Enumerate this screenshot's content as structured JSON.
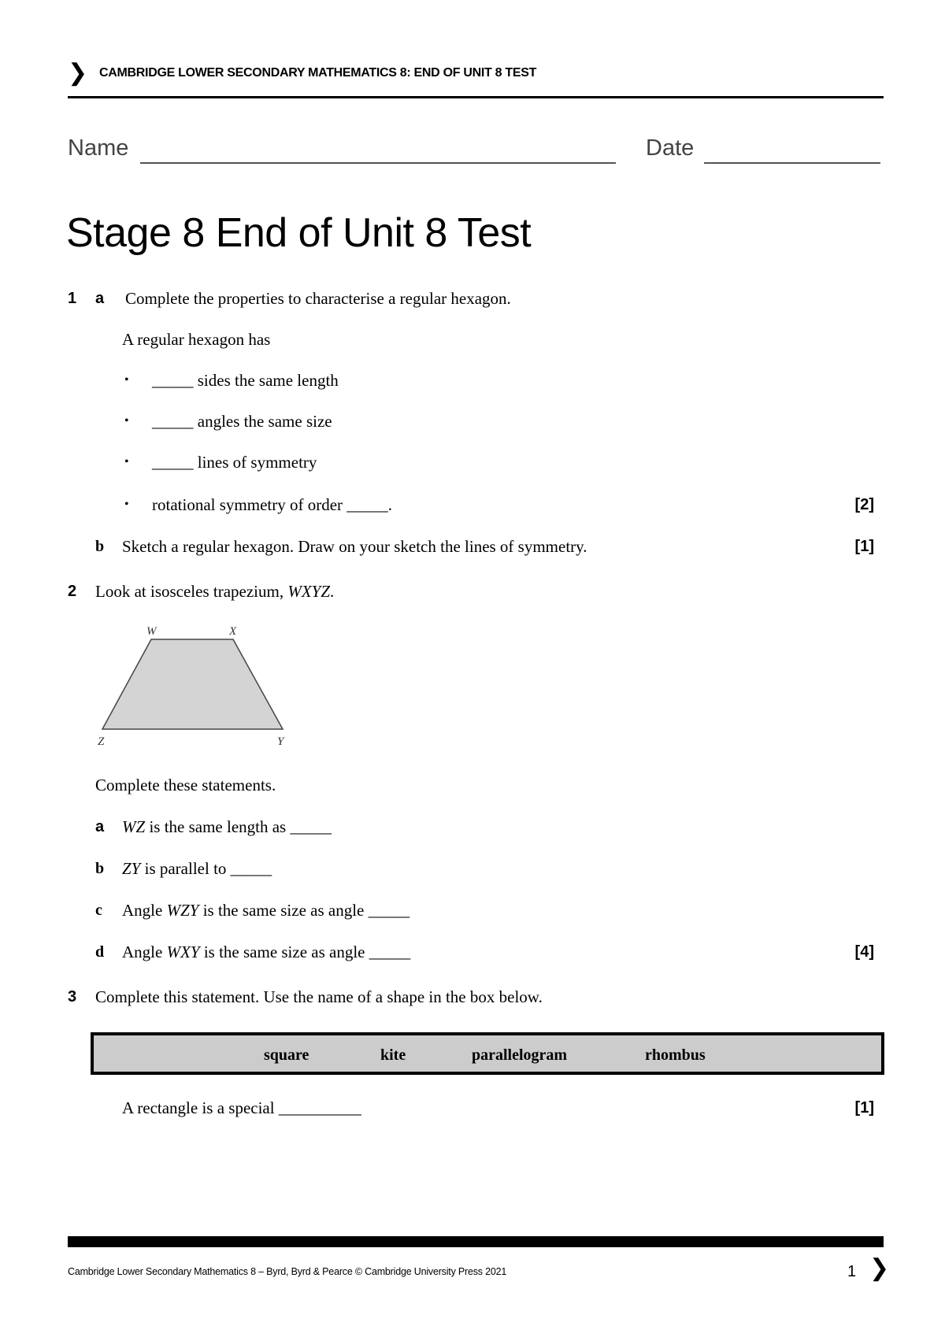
{
  "header": {
    "chevron_icon": "chevron-right",
    "title": "CAMBRIDGE LOWER SECONDARY MATHEMATICS 8: END OF UNIT 8 TEST"
  },
  "name_date": {
    "name_label": "Name",
    "name_value": "",
    "date_label": "Date",
    "date_value": ""
  },
  "page_title": "Stage 8 End of Unit 8 Test",
  "q1": {
    "number": "1",
    "a": {
      "label": "a",
      "prompt": "Complete the properties to characterise a regular hexagon.",
      "intro": "A regular hexagon has",
      "bullets": [
        "_____ sides the same length",
        "_____ angles the same size",
        "_____ lines of symmetry",
        "rotational symmetry of order _____."
      ],
      "marks": "[2]"
    },
    "b": {
      "label": "b",
      "prompt": "Sketch a regular hexagon. Draw on your sketch the lines of symmetry.",
      "marks": "[1]"
    }
  },
  "q2": {
    "number": "2",
    "prompt_pre": "Look at isosceles trapezium, ",
    "prompt_shape": "WXYZ",
    "prompt_post": ".",
    "diagram": {
      "vertices": [
        "W",
        "X",
        "Y",
        "Z"
      ],
      "fill": "#d4d4d4",
      "stroke": "#444444"
    },
    "instruction": "Complete these statements.",
    "parts": [
      {
        "label": "a",
        "italic": "WZ",
        "text": " is the same length as _____"
      },
      {
        "label": "b",
        "italic": "ZY",
        "text": " is parallel to _____"
      },
      {
        "label": "c",
        "pre": "Angle ",
        "italic": "WZY",
        "text": " is the same size as angle _____"
      },
      {
        "label": "d",
        "pre": "Angle ",
        "italic": "WXY",
        "text": " is the same size as angle _____"
      }
    ],
    "marks": "[4]"
  },
  "q3": {
    "number": "3",
    "prompt": "Complete this statement. Use the name of a shape in the box below.",
    "options": [
      "square",
      "kite",
      "parallelogram",
      "rhombus"
    ],
    "statement": "A rectangle is a special __________",
    "marks": "[1]"
  },
  "footer": {
    "text": "Cambridge Lower Secondary Mathematics 8 – Byrd, Byrd & Pearce © Cambridge University Press 2021",
    "page_number": "1",
    "next_icon": "chevron-right"
  }
}
